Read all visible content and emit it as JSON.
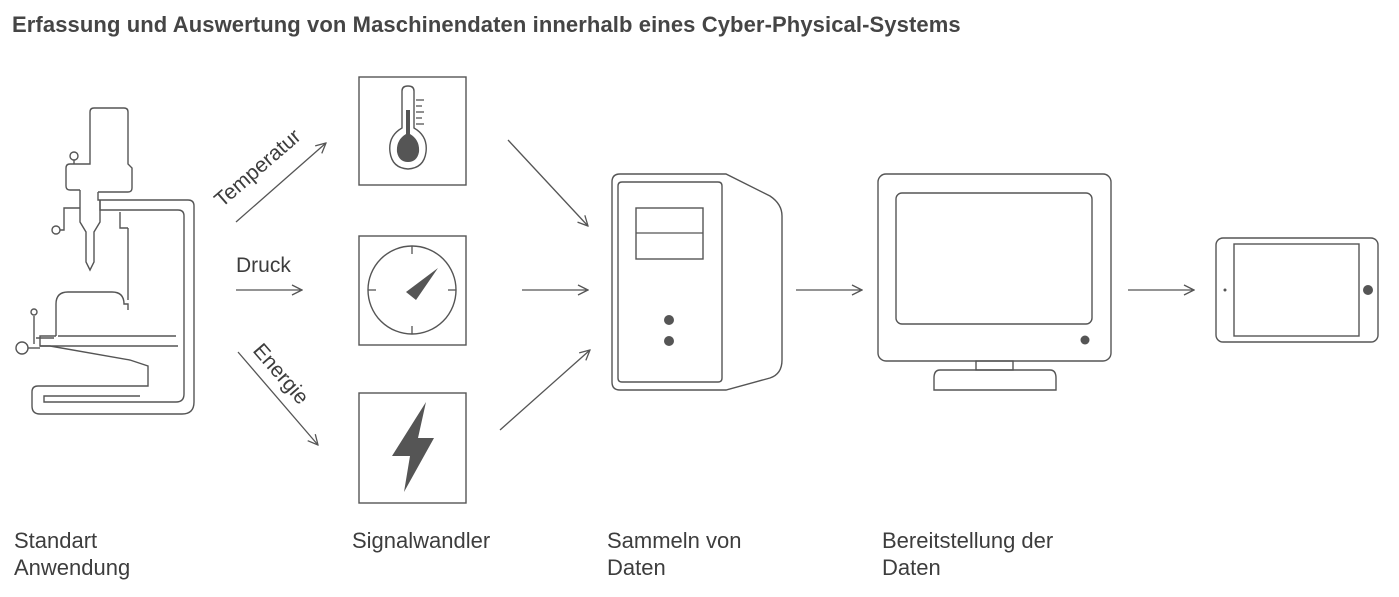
{
  "title": "Erfassung und Auswertung von Maschinendaten innerhalb eines Cyber-Physical-Systems",
  "signals": [
    {
      "label": "Temperatur",
      "icon": "thermometer-icon"
    },
    {
      "label": "Druck",
      "icon": "gauge-icon"
    },
    {
      "label": "Energie",
      "icon": "lightning-icon"
    }
  ],
  "stages": [
    {
      "line1": "Standart",
      "line2": "Anwendung",
      "icon": "milling-machine-icon"
    },
    {
      "line1": "Signalwandler",
      "line2": "",
      "icon": "sensor-icon"
    },
    {
      "line1": "Sammeln von",
      "line2": "Daten",
      "icon": "server-tower-icon"
    },
    {
      "line1": "Bereitstellung der",
      "line2": "Daten",
      "icon": "monitor-icon"
    }
  ],
  "final_device": {
    "icon": "tablet-icon"
  },
  "colors": {
    "stroke": "#555555",
    "fill_dark": "#555555",
    "text": "#3d3d3d"
  }
}
